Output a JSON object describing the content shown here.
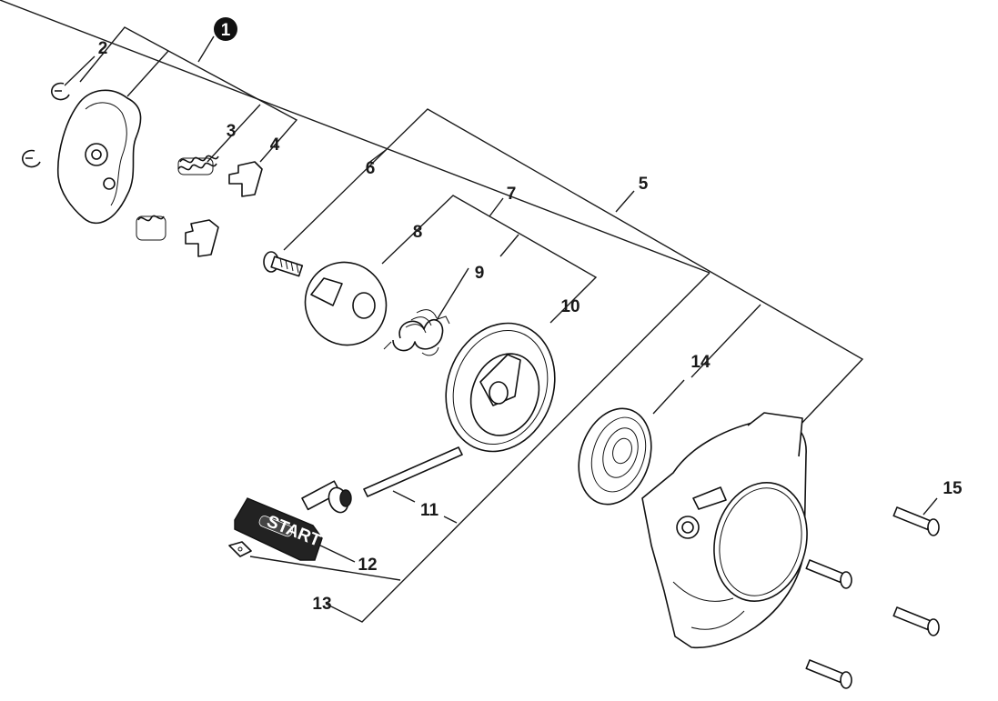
{
  "diagram": {
    "labels": {
      "p1": "1",
      "p2": "2",
      "p3": "3",
      "p4": "4",
      "p5": "5",
      "p6": "6",
      "p7": "7",
      "p8": "8",
      "p9": "9",
      "p10": "10",
      "p11": "11",
      "p12": "12",
      "p13": "13",
      "p14": "14",
      "p15": "15"
    },
    "handle_text": "START"
  }
}
